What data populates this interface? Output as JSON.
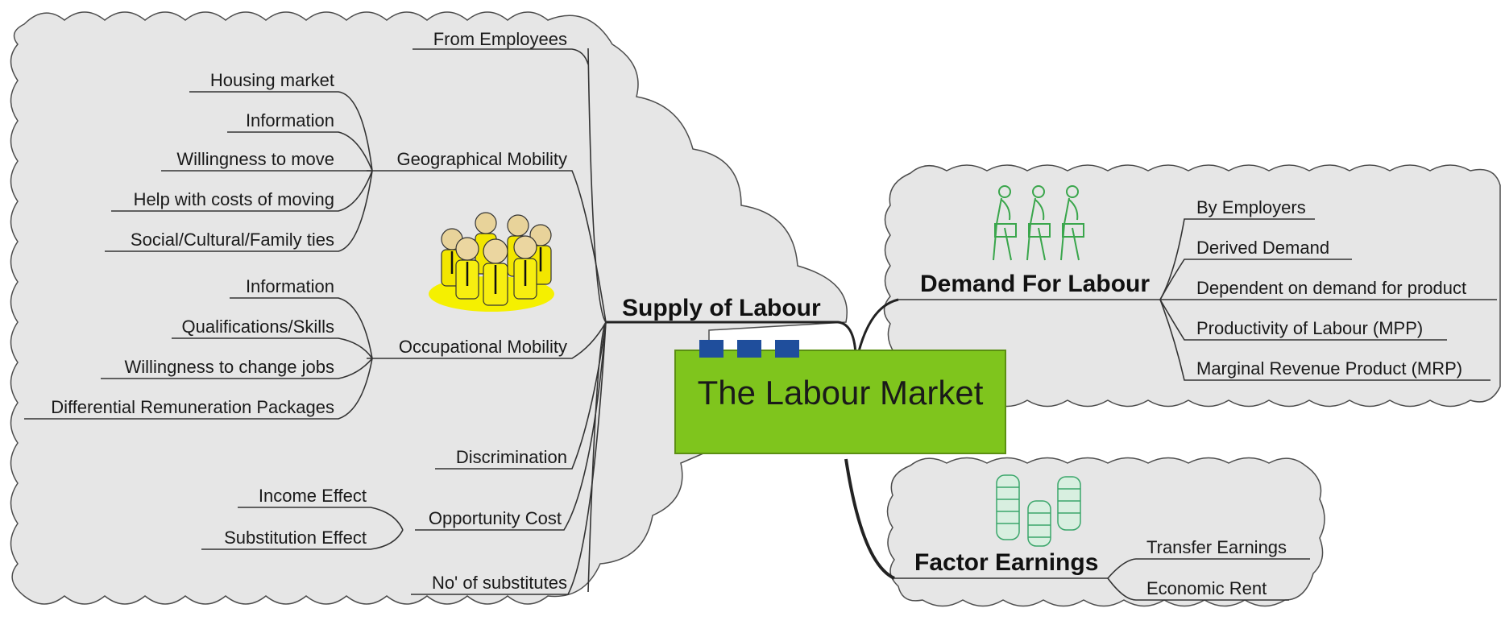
{
  "center": {
    "title": "The Labour Market",
    "fill": "#7fc51d",
    "tab_color": "#1f4e9c"
  },
  "cloud_fill": "#e6e6e6",
  "supply": {
    "title": "Supply of Labour",
    "from_employees": "From Employees",
    "geographical": {
      "label": "Geographical Mobility",
      "items": [
        "Housing market",
        "Information",
        "Willingness to move",
        "Help with costs of moving",
        "Social/Cultural/Family ties"
      ]
    },
    "occupational": {
      "label": "Occupational Mobility",
      "items": [
        "Information",
        "Qualifications/Skills",
        "Willingness to change jobs",
        "Differential Remuneration Packages"
      ]
    },
    "discrimination": "Discrimination",
    "opportunity": {
      "label": "Opportunity Cost",
      "items": [
        "Income Effect",
        "Substitution Effect"
      ]
    },
    "substitutes": "No' of substitutes"
  },
  "demand": {
    "title": "Demand For Labour",
    "items": [
      "By Employers",
      "Derived Demand",
      "Dependent on demand for product",
      "Productivity of Labour (MPP)",
      "Marginal Revenue Product (MRP)"
    ]
  },
  "earnings": {
    "title": "Factor Earnings",
    "items": [
      "Transfer Earnings",
      "Economic Rent"
    ]
  },
  "icons": {
    "people": "group-of-people-icon",
    "walkers": "walking-workers-icon",
    "coins": "coin-stacks-icon"
  }
}
